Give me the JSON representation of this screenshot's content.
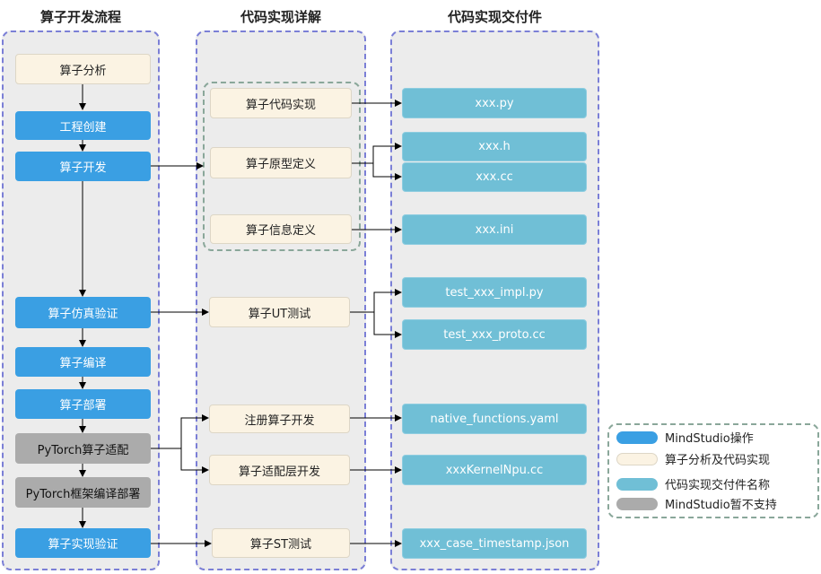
{
  "columns": {
    "dev_flow": "算子开发流程",
    "impl_detail": "代码实现详解",
    "deliverables": "代码实现交付件"
  },
  "flow_steps": {
    "analysis": "算子分析",
    "project_create": "工程创建",
    "develop": "算子开发",
    "simulation_verify": "算子仿真验证",
    "compile": "算子编译",
    "deploy": "算子部署",
    "pytorch_adapt": "PyTorch算子适配",
    "pytorch_build_deploy": "PyTorch框架编译部署",
    "impl_verify": "算子实现验证"
  },
  "impl_steps": {
    "code_impl": "算子代码实现",
    "prototype_def": "算子原型定义",
    "info_def": "算子信息定义",
    "ut_test": "算子UT测试",
    "register_dev": "注册算子开发",
    "adapter_dev": "算子适配层开发",
    "st_test": "算子ST测试"
  },
  "files": {
    "py": "xxx.py",
    "h": "xxx.h",
    "cc": "xxx.cc",
    "ini": "xxx.ini",
    "impl_test": "test_xxx_impl.py",
    "proto_test": "test_xxx_proto.cc",
    "yaml": "native_functions.yaml",
    "npu": "xxxKernelNpu.cc",
    "json": "xxx_case_timestamp.json"
  },
  "legend": {
    "mindstudio_op": "MindStudio操作",
    "analysis_impl": "算子分析及代码实现",
    "deliverable_name": "代码实现交付件名称",
    "unsupported": "MindStudio暂不支持"
  },
  "colors": {
    "blue": "#3a9fe3",
    "cream": "#fbf3e3",
    "teal": "#70bfd6",
    "gray": "#ababab",
    "column_border": "#7b7fd6",
    "group_border": "#8aa79a"
  }
}
